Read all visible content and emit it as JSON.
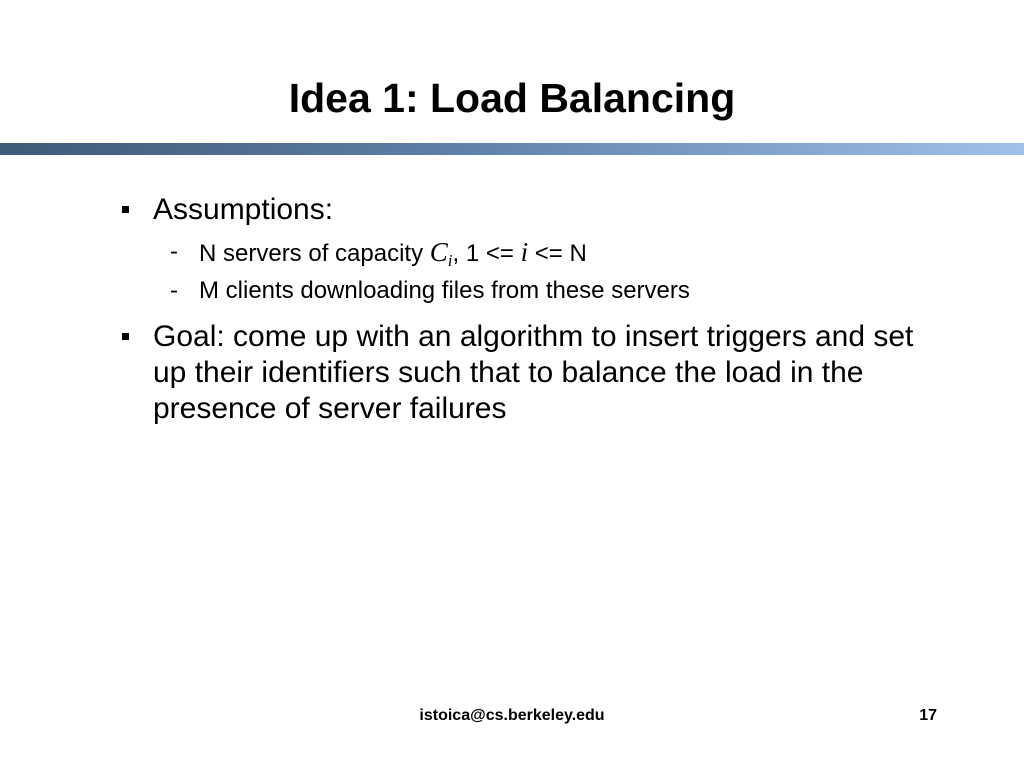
{
  "slide": {
    "title": "Idea 1: Load Balancing",
    "rule_gradient": [
      "#3f5a78",
      "#5f80a8",
      "#9fc1ea"
    ],
    "bullets": [
      {
        "text": "Assumptions:",
        "subitems": [
          {
            "prefix": "N servers of capacity ",
            "math_var": "C",
            "math_sub": "i",
            "middle": ", 1 <= ",
            "math_var2": "i",
            "suffix": " <= N"
          },
          {
            "text": "M clients downloading files from these servers"
          }
        ]
      },
      {
        "text": "Goal: come up with an algorithm to insert triggers and set up their identifiers such that to balance the load in the presence of server failures"
      }
    ],
    "dash": "-",
    "footer_email": "istoica@cs.berkeley.edu",
    "page_number": "17"
  }
}
